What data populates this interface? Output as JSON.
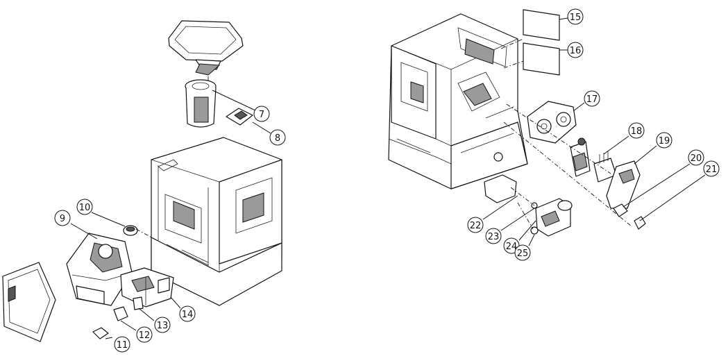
{
  "diagram": {
    "callouts": [
      "7",
      "8",
      "9",
      "10",
      "11",
      "12",
      "13",
      "14",
      "15",
      "16",
      "17",
      "18",
      "19",
      "20",
      "21",
      "22",
      "23",
      "24",
      "25"
    ]
  }
}
